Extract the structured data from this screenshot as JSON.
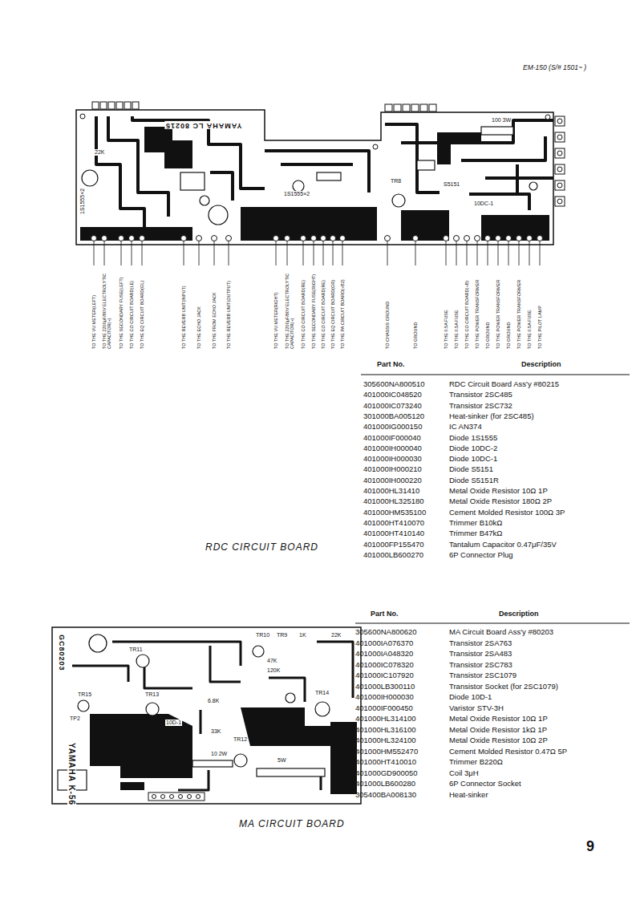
{
  "diagram": {
    "title": "EM-150 (S/# 1501~ )",
    "nodes": [
      {
        "text": [
          "YAMAHA LC 80215"
        ]
      },
      {
        "text": [
          "YAMAHA K-56",
          "GC80203"
        ]
      }
    ],
    "labels": [
      "1S1555×2",
      "22K",
      "1S1555×2",
      "TR8",
      "S5151",
      "10DC-1",
      "100 3W",
      "TO THE VU METER(LEFT)",
      "TO THE 2200μF/80V ELECTROLYTIC CAPACITOR(+)",
      "TO THE SECONDARY FUSE(LEFT)",
      "TO THE CO CIRCUIT BOARD(LE)",
      "TO THE EQ CIRCUIT BOARD(GL)",
      "TO THE REVERB UNIT(INPUT)",
      "TO THE ECHO JACK",
      "TO THE FROM ECHO JACK",
      "TO THE REVERB UNIT(OUTPUT)",
      "TO THE VU METER(RIGHT)",
      "TO THE 2200μF/80V ELECTROLYTIC CAPACITOR(+)",
      "TO THE CO CIRCUIT BOARD(RE)",
      "TO THE SECONDARY FUSE(RIGHT)",
      "TO THE CO CIRCUIT BOARD(RE)",
      "TO THE EQ CIRCUIT BOARD(GR)",
      "TO THE PA CIRCUIT BOARD(+B2)",
      "TO CHASSIS GROUND",
      "TO GROUND",
      "TO THE 0.5A FUSE",
      "TO THE 0.5A FUSE",
      "TO THE CO CIRCUIT BOARD(+B)",
      "TO THE POWER TRANSFORMER",
      "TO GROUND",
      "TO THE POWER TRANSFORMER",
      "TO GROUND",
      "TO THE POWER TRANSFORMER",
      "TO THE 0.5A FUSE",
      "TO THE PILOT LAMP",
      "RDC CIRCUIT BOARD",
      "Part No.",
      "Description",
      "305600NA800510",
      "RDC Circuit Board Ass'y #80215",
      "401000IC048520",
      "Transistor 2SC485",
      "401000IC073240",
      "Transistor 2SC732",
      "301000BA005120",
      "Heat-sinker (for 2SC485)",
      "401000IG000150",
      "IC AN374",
      "401000IF000040",
      "Diode 1S1555",
      "401000IH000040",
      "Diode 10DC-2",
      "401000IH000030",
      "Diode 10DC-1",
      "401000IH000210",
      "Diode S5151",
      "401000IH000220",
      "Diode S5151R",
      "401000HL31410",
      "Metal Oxide Resistor 10Ω 1P",
      "401000HL325180",
      "Metal Oxide Resistor 180Ω 2P",
      "401000HM535100",
      "Cement Molded Resistor 100Ω 3P",
      "401000HT410070",
      "Trimmer B10kΩ",
      "401000HT410140",
      "Trimmer B47kΩ",
      "401000FP155470",
      "Tantalum Capacitor 0.47μF/35V",
      "401000LB600270",
      "6P Connector Plug",
      "TR10",
      "TR9",
      "1K",
      "22K",
      "TR11",
      "47K",
      "120K",
      "TR13",
      "6.8K",
      "TR14",
      "TR15",
      "TP2",
      "10D-1",
      "33K",
      "TR12",
      "10 2W",
      "5W",
      "Part No.",
      "Description",
      "305600NA800620",
      "MA Circuit Board Ass'y #80203",
      "401000IA076370",
      "Transistor 2SA763",
      "401000IA048320",
      "Transistor 2SA483",
      "401000IC078320",
      "Transistor 2SC783",
      "401000IC107920",
      "Transistor 2SC1079",
      "401000LB300110",
      "Transistor Socket (for 2SC1079)",
      "401000IH000030",
      "Diode 10D-1",
      "401000IF000450",
      "Varistor STV-3H",
      "401000HL314100",
      "Metal Oxide Resistor 10Ω 1P",
      "401000HL316100",
      "Metal Oxide Resistor 1kΩ 1P",
      "401000HL324100",
      "Metal Oxide Resistor 10Ω 2P",
      "401000HM552470",
      "Cement Molded Resistor 0.47Ω 5P",
      "401000HT410010",
      "Trimmer B220Ω",
      "401000GD900050",
      "Coil 3μH",
      "401000LB600280",
      "6P Connector Socket",
      "305400BA008130",
      "Heat-sinker",
      "MA CIRCUIT BOARD",
      "9"
    ]
  }
}
